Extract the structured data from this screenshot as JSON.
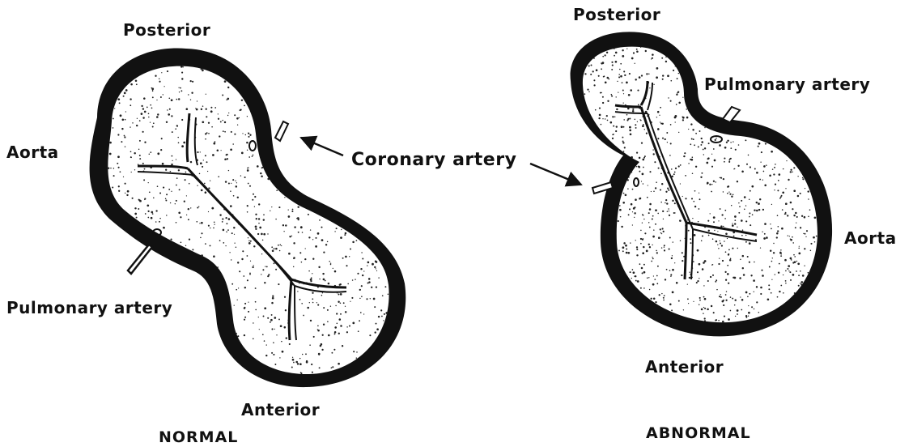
{
  "normal": {
    "posterior": "Posterior",
    "aorta": "Aorta",
    "pulmonary_artery": "Pulmonary artery",
    "anterior": "Anterior",
    "caption": "NORMAL"
  },
  "coronary_artery": "Coronary artery",
  "abnormal": {
    "posterior": "Posterior",
    "pulmonary_artery": "Pulmonary artery",
    "aorta": "Aorta",
    "anterior": "Anterior",
    "caption": "ABNORMAL"
  },
  "colors": {
    "ink": "#111111",
    "fill": "#ffffff"
  }
}
